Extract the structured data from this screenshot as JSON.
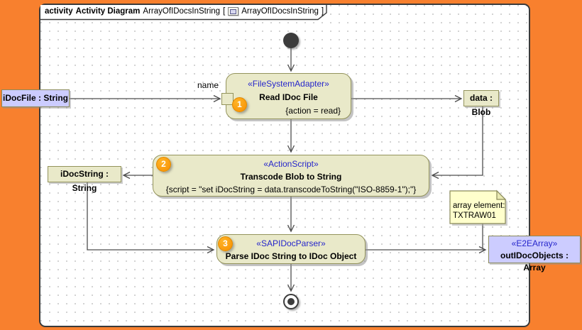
{
  "frame": {
    "header": {
      "keyword": "activity",
      "diagram_kind": "Activity Diagram",
      "diagram_name": "ArrayOfIDocsInString",
      "open_bracket": "[",
      "ref_name": "ArrayOfIDocsInString",
      "close_bracket": "]",
      "icon": "activity-diagram-icon"
    }
  },
  "nodes": {
    "read_idoc": {
      "stereotype": "«FileSystemAdapter»",
      "title": "Read IDoc File",
      "property": "{action = read}",
      "badge": "1"
    },
    "transcode": {
      "stereotype": "«ActionScript»",
      "title": "Transcode Blob to String",
      "property": "{script = \"set iDocString = data.transcodeToString(\"ISO-8859-1\");\"}",
      "badge": "2"
    },
    "parse": {
      "stereotype": "«SAPIDocParser»",
      "title": "Parse IDoc String to IDoc Object",
      "badge": "3"
    }
  },
  "labels": {
    "idoc_file": "iDocFile : String",
    "data_blob": "data : Blob",
    "idoc_string": "iDocString : String",
    "out_idoc": {
      "stereotype": "«E2EArray»",
      "name": "outIDocObjects : Array"
    }
  },
  "edges": {
    "name_label": "name"
  },
  "note": {
    "line1": "array element:",
    "line2": "TXTRAW01"
  },
  "colors": {
    "background_orange": "#f8802e",
    "node_fill": "#e9e9c9",
    "node_border": "#93935c",
    "label_fill": "#ccccff",
    "note_fill": "#ffffcc",
    "stereotype_blue": "#2626cb",
    "badge_orange": "#f78f00",
    "edge_gray": "#4d4d4d"
  }
}
